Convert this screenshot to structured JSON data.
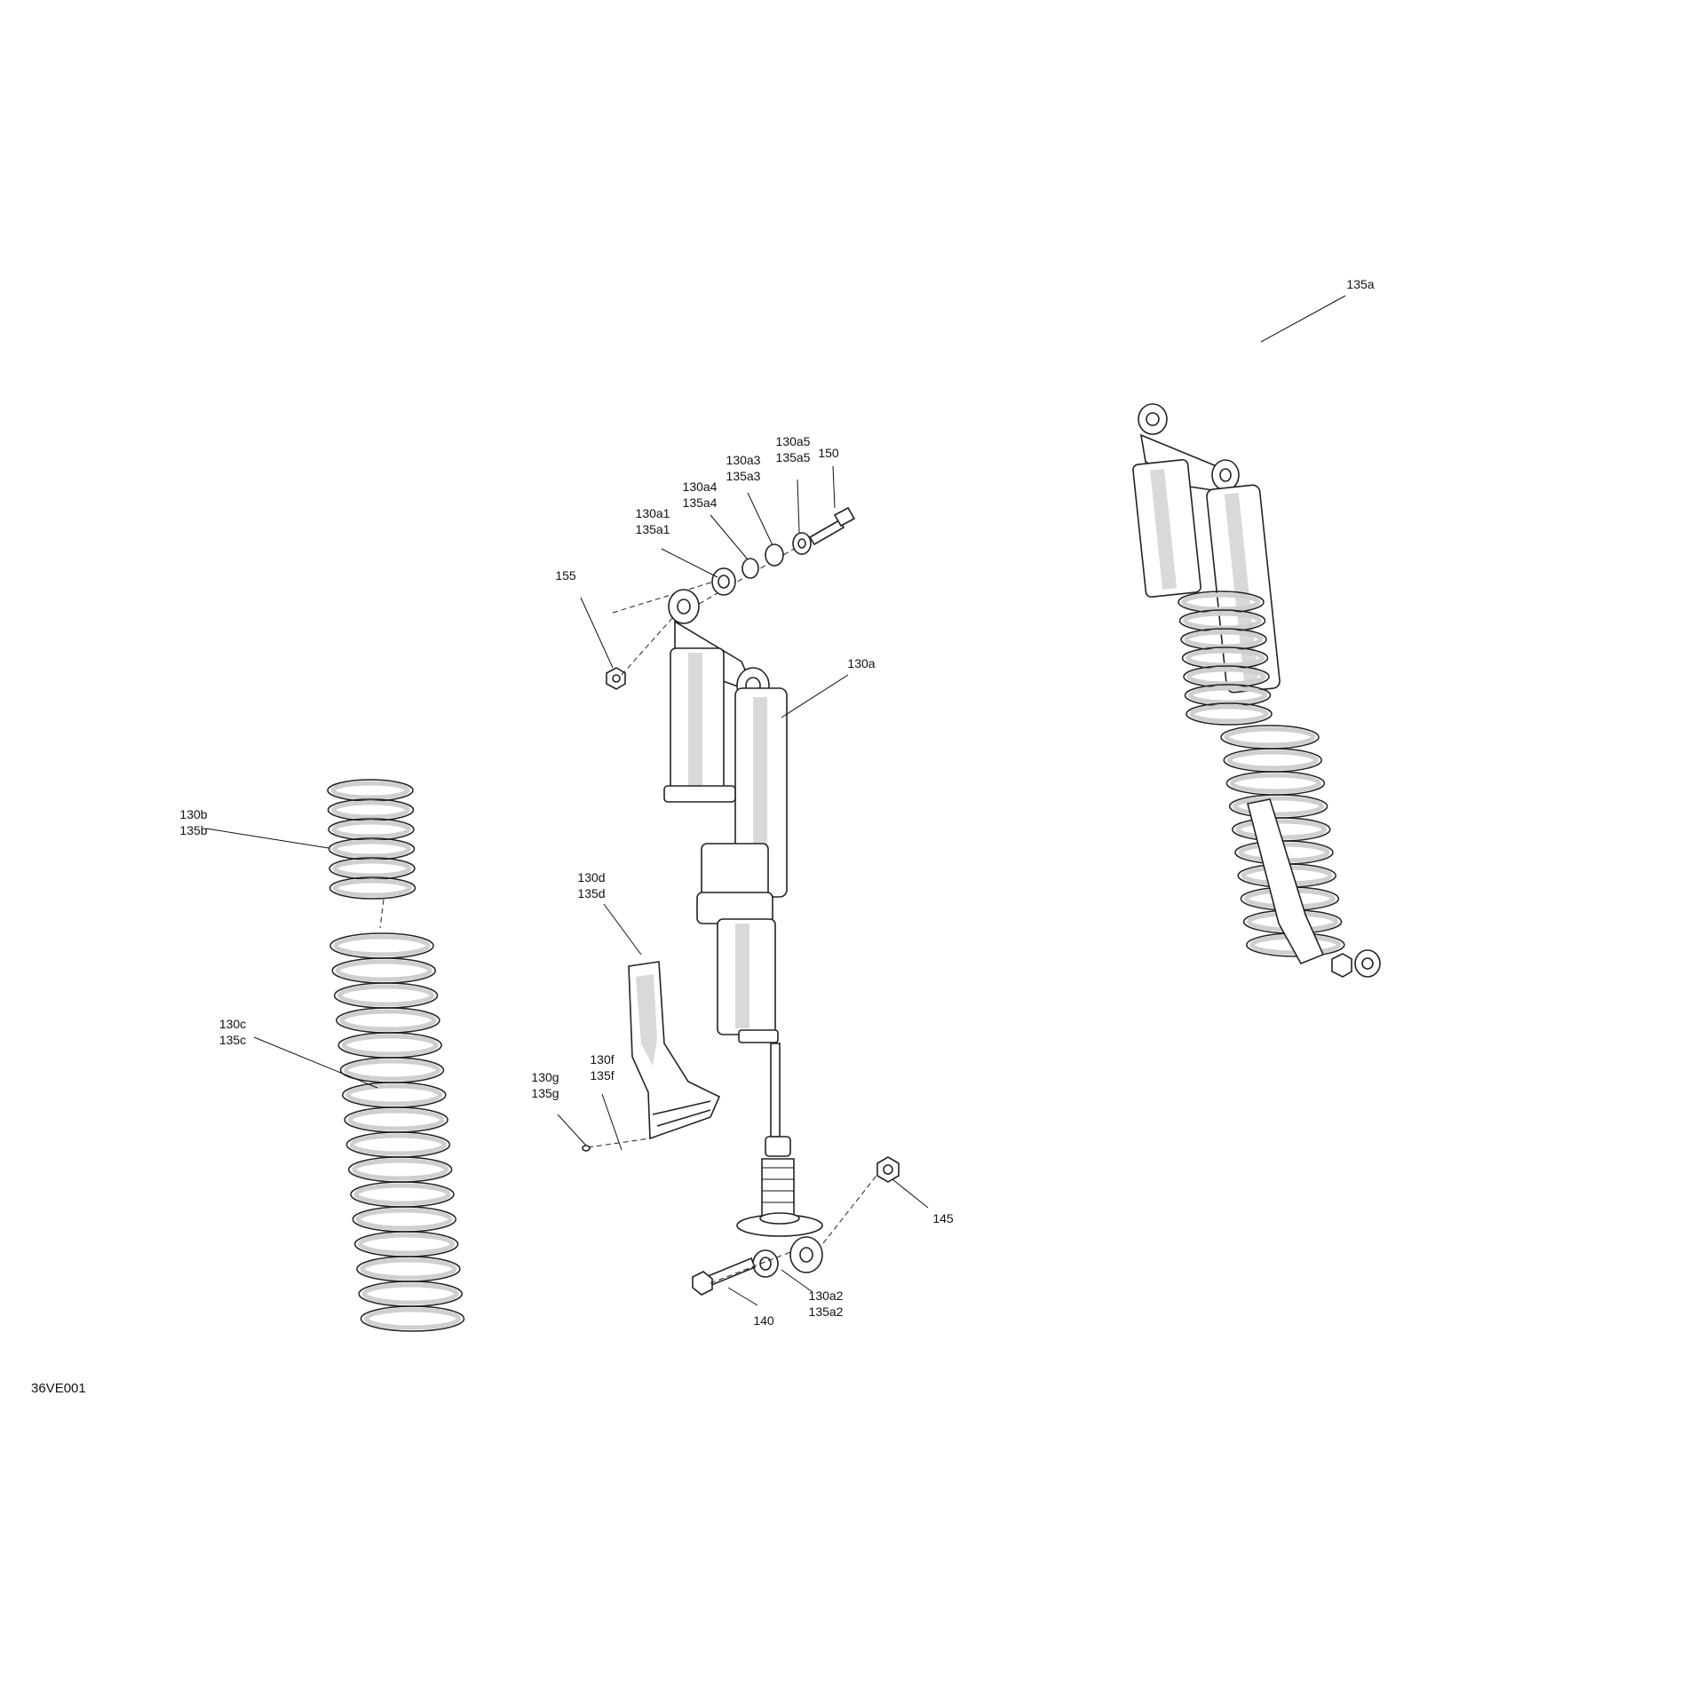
{
  "diagram": {
    "reference_code": "36VE001",
    "callouts": [
      {
        "id": "150",
        "lines": [
          "150"
        ]
      },
      {
        "id": "130a5",
        "lines": [
          "130a5",
          "135a5"
        ]
      },
      {
        "id": "130a3",
        "lines": [
          "130a3",
          "135a3"
        ]
      },
      {
        "id": "130a4",
        "lines": [
          "130a4",
          "135a4"
        ]
      },
      {
        "id": "130a1",
        "lines": [
          "130a1",
          "135a1"
        ]
      },
      {
        "id": "155",
        "lines": [
          "155"
        ]
      },
      {
        "id": "130a",
        "lines": [
          "130a"
        ]
      },
      {
        "id": "135a",
        "lines": [
          "135a"
        ]
      },
      {
        "id": "130b",
        "lines": [
          "130b",
          "135b"
        ]
      },
      {
        "id": "130d",
        "lines": [
          "130d",
          "135d"
        ]
      },
      {
        "id": "130c",
        "lines": [
          "130c",
          "135c"
        ]
      },
      {
        "id": "130g",
        "lines": [
          "130g",
          "135g"
        ]
      },
      {
        "id": "130f",
        "lines": [
          "130f",
          "135f"
        ]
      },
      {
        "id": "145",
        "lines": [
          "145"
        ]
      },
      {
        "id": "140",
        "lines": [
          "140"
        ]
      },
      {
        "id": "130a2",
        "lines": [
          "130a2",
          "135a2"
        ]
      }
    ]
  }
}
